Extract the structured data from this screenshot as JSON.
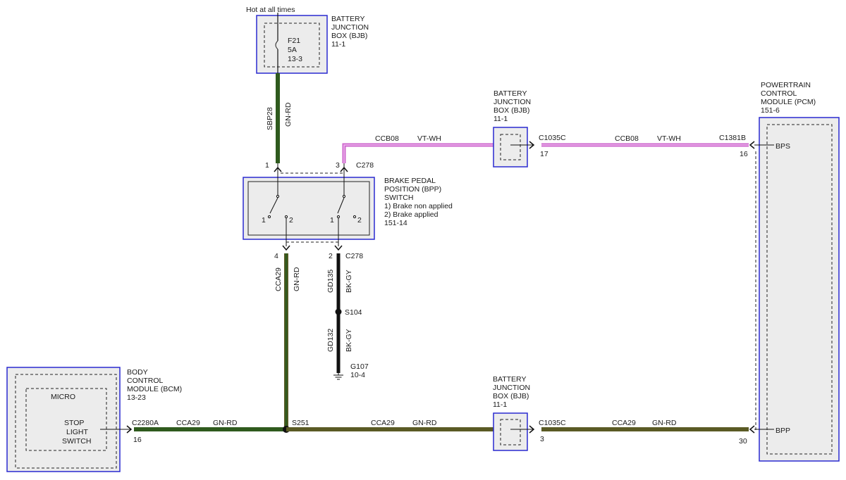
{
  "top_note": "Hot at all times",
  "bjb_fuse": {
    "title": [
      "BATTERY",
      "JUNCTION",
      "BOX (BJB)",
      "11-1"
    ],
    "fuse": "F21",
    "rating": "5A",
    "ref": "13-3"
  },
  "bjb_top": {
    "title": [
      "BATTERY",
      "JUNCTION",
      "BOX (BJB)",
      "11-1"
    ],
    "connector": "C1035C",
    "pin": "17"
  },
  "bjb_bottom": {
    "title": [
      "BATTERY",
      "JUNCTION",
      "BOX (BJB)",
      "11-1"
    ],
    "connector": "C1035C",
    "pin": "3"
  },
  "pcm": {
    "title": [
      "POWERTRAIN",
      "CONTROL",
      "MODULE (PCM)",
      "151-6"
    ],
    "connector": "C1381B",
    "pin_bps": "16",
    "pin_bpp": "30",
    "bps_label": "BPS",
    "bpp_label": "BPP"
  },
  "bpp_switch": {
    "title": [
      "BRAKE PEDAL",
      "POSITION (BPP)",
      "SWITCH",
      "1) Brake non applied",
      "2) Brake applied",
      "151-14"
    ],
    "connector": "C278",
    "pin1": "1",
    "pin2": "2",
    "pin3": "3",
    "pin4": "4",
    "sw_left_1": "1",
    "sw_left_2": "2",
    "sw_right_1": "1",
    "sw_right_2": "2"
  },
  "bcm": {
    "title": [
      "BODY",
      "CONTROL",
      "MODULE (BCM)",
      "13-23"
    ],
    "micro": "MICRO",
    "input": [
      "STOP",
      "LIGHT",
      "SWITCH"
    ],
    "connector": "C2280A",
    "pin": "16"
  },
  "wires": {
    "sbp28": {
      "circuit": "SBP28",
      "color": "GN-RD"
    },
    "ccb08_left": {
      "circuit": "CCB08",
      "color": "VT-WH"
    },
    "ccb08_right": {
      "circuit": "CCB08",
      "color": "VT-WH"
    },
    "cca29_vertical": {
      "circuit": "CCA29",
      "color": "GN-RD"
    },
    "gd135": {
      "circuit": "GD135",
      "color": "BK-GY"
    },
    "gd132": {
      "circuit": "GD132",
      "color": "BK-GY"
    },
    "cca29_bcm": {
      "circuit": "CCA29",
      "color": "GN-RD"
    },
    "cca29_mid": {
      "circuit": "CCA29",
      "color": "GN-RD"
    },
    "cca29_right": {
      "circuit": "CCA29",
      "color": "GN-RD"
    }
  },
  "splices": {
    "s104": "S104",
    "s251": "S251"
  },
  "ground": {
    "name": "G107",
    "ref": "10-4"
  },
  "colors": {
    "green_wire": "#2f5a1e",
    "olive_wire": "#5a5a24",
    "violet_wire": "#cc66cc",
    "black_wire": "#111111",
    "component_border": "#2a2ad0",
    "component_fill": "#ececec"
  }
}
